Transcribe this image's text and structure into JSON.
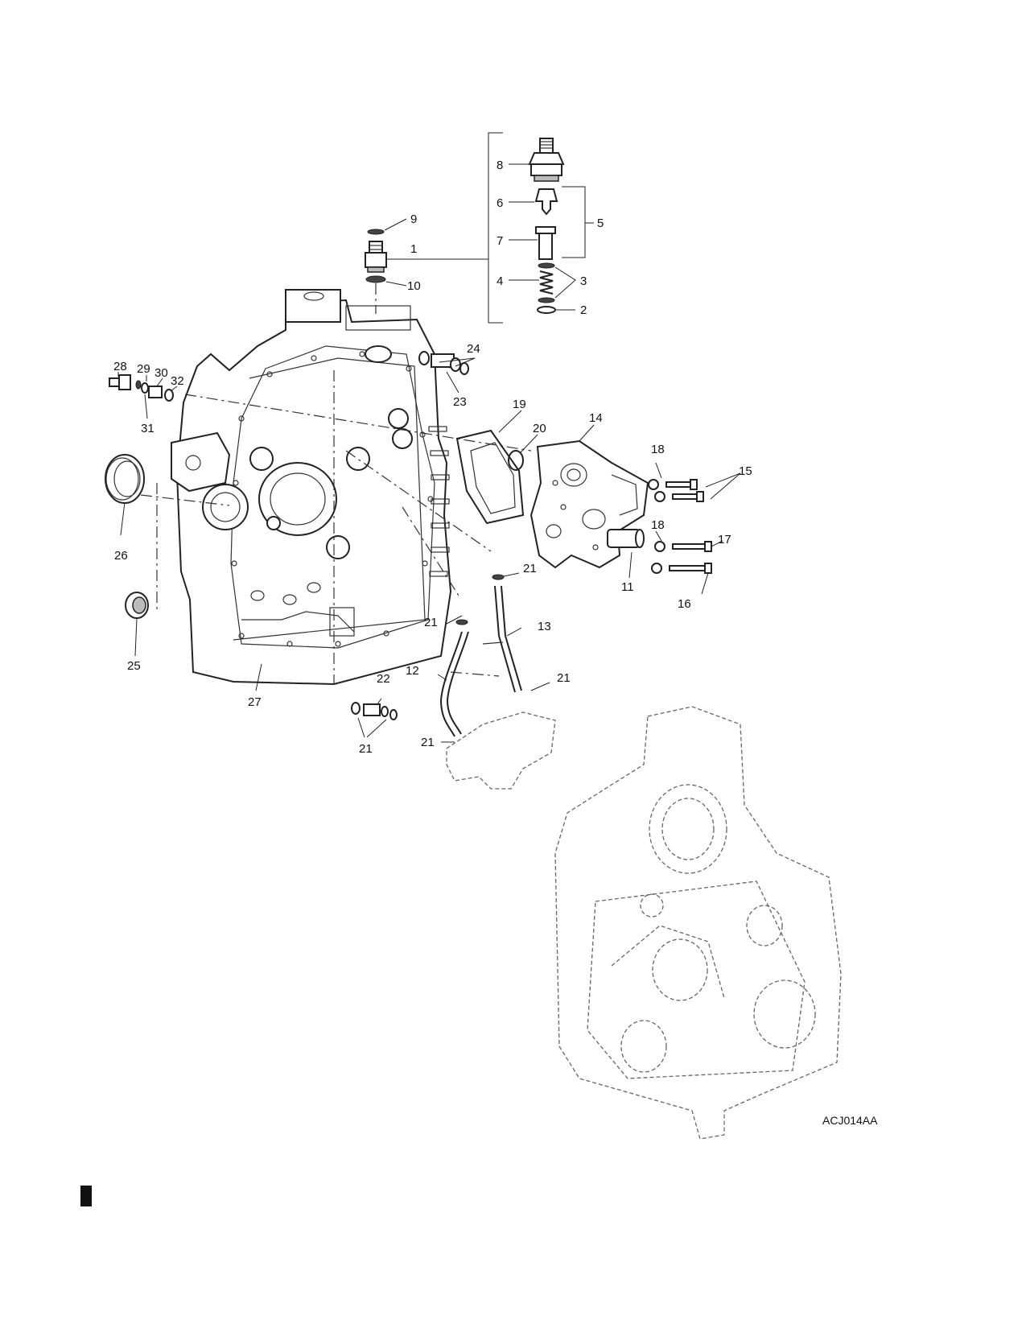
{
  "figure_id": "ACJ014AA",
  "callouts": {
    "c1": "1",
    "c2": "2",
    "c3": "3",
    "c4": "4",
    "c5": "5",
    "c6": "6",
    "c7": "7",
    "c8": "8",
    "c9": "9",
    "c10": "10",
    "c11": "11",
    "c12": "12",
    "c13": "13",
    "c14": "14",
    "c15": "15",
    "c16": "16",
    "c17": "17",
    "c18a": "18",
    "c18b": "18",
    "c19": "19",
    "c20": "20",
    "c21a": "21",
    "c21b": "21",
    "c21c": "21",
    "c21d": "21",
    "c21e": "21",
    "c22": "22",
    "c23": "23",
    "c24": "24",
    "c25": "25",
    "c26": "26",
    "c27": "27",
    "c28": "28",
    "c29": "29",
    "c30": "30",
    "c31": "31",
    "c32": "32"
  }
}
